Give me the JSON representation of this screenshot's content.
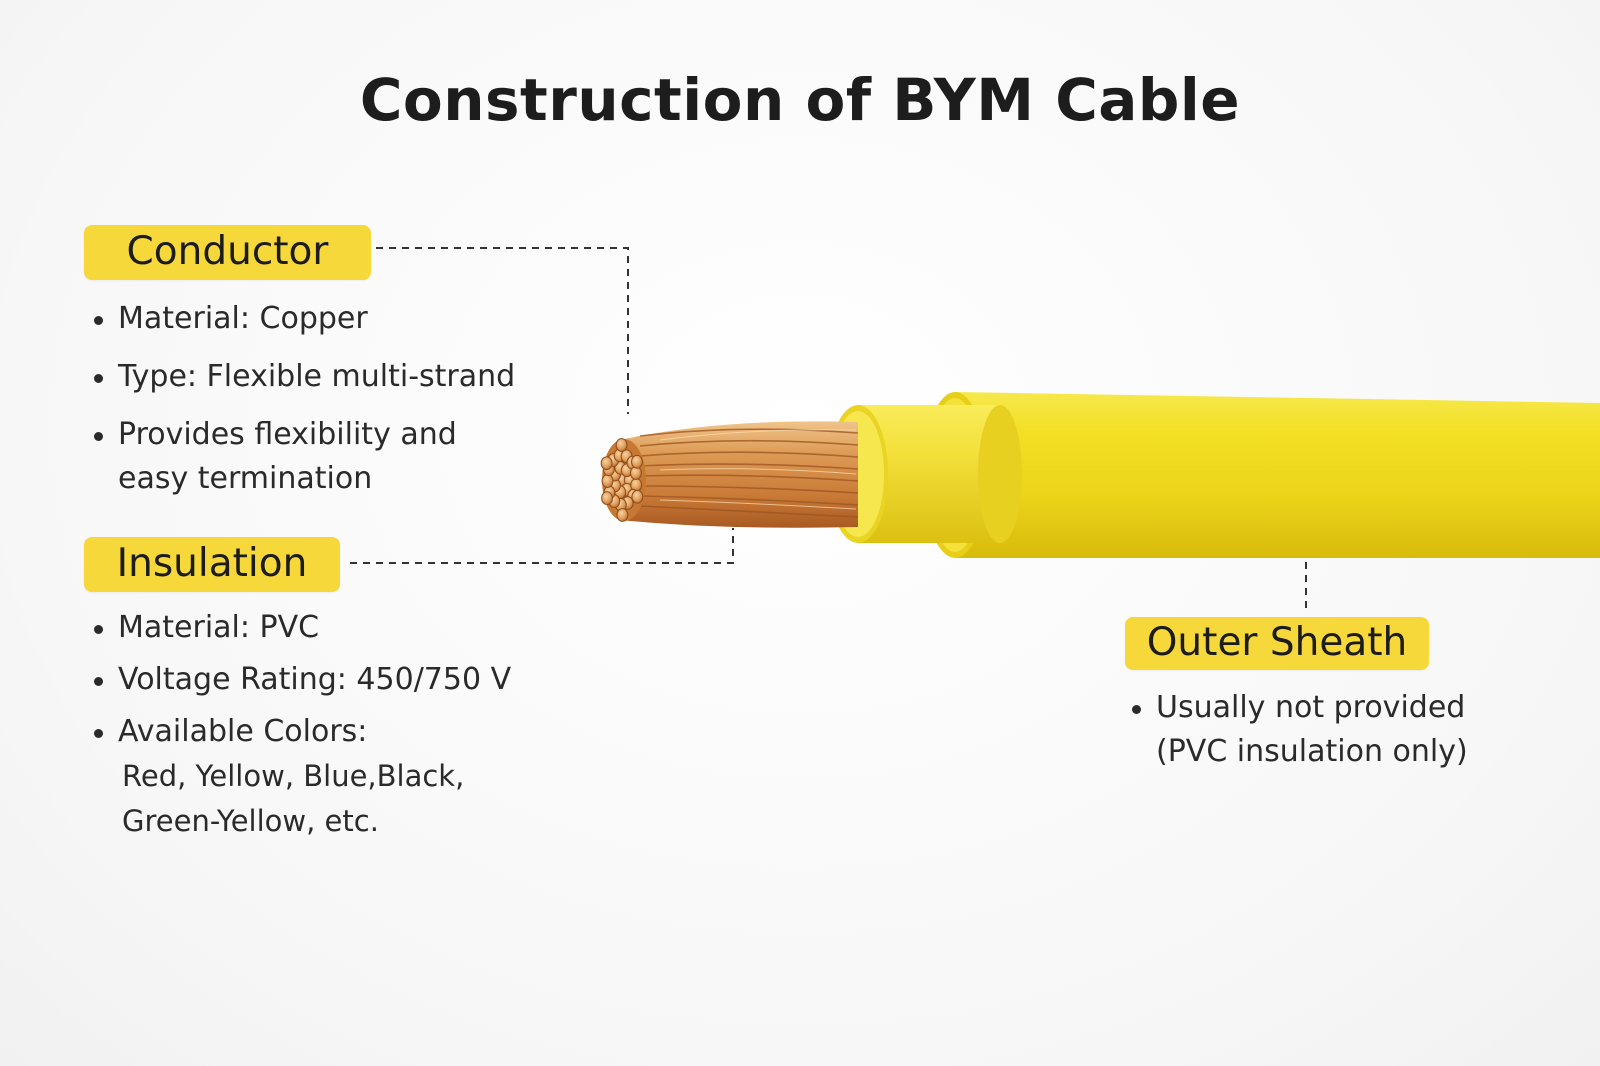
{
  "title": "Construction of BYM Cable",
  "conductor": {
    "label": "Conductor",
    "bullets": [
      "Material: Copper",
      "Type: Flexible multi-strand",
      "Provides flexibility and",
      "easy termination"
    ]
  },
  "insulation": {
    "label": "Insulation",
    "bullets": [
      "Material: PVC",
      "Voltage Rating: 450/750 V",
      "Available Colors:"
    ],
    "colors_line1": "Red,  Yellow, Blue,Black,",
    "colors_line2": "Green-Yellow, etc."
  },
  "outer_sheath": {
    "label": "Outer Sheath",
    "bullet_line1": "Usually not provided",
    "bullet_line2": "(PVC insulation only)"
  },
  "colors": {
    "tag_yellow": "#f7d83a",
    "cable_yellow": "#f2dc1e",
    "copper": "#d9904a"
  },
  "icons": {
    "cable": "cable-illustration",
    "copper_strands": "copper-conductor-strands-icon"
  }
}
